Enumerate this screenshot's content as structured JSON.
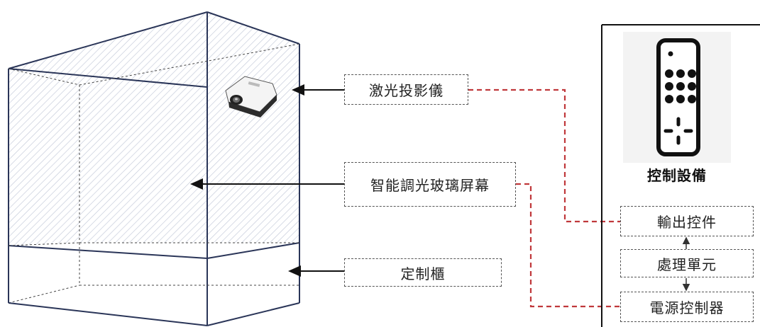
{
  "labels": {
    "projector": "激光投影儀",
    "glass_screen": "智能調光玻璃屏幕",
    "cabinet": "定制櫃"
  },
  "control_device": {
    "title": "控制設備",
    "components": {
      "output": "輸出控件",
      "processing": "處理單元",
      "power": "電源控制器"
    }
  },
  "colors": {
    "link_line": "#c0383b",
    "outline": "#2a3558",
    "hatch": "#c2c8d8"
  },
  "icons": [
    "projector-icon",
    "remote-control-icon"
  ]
}
